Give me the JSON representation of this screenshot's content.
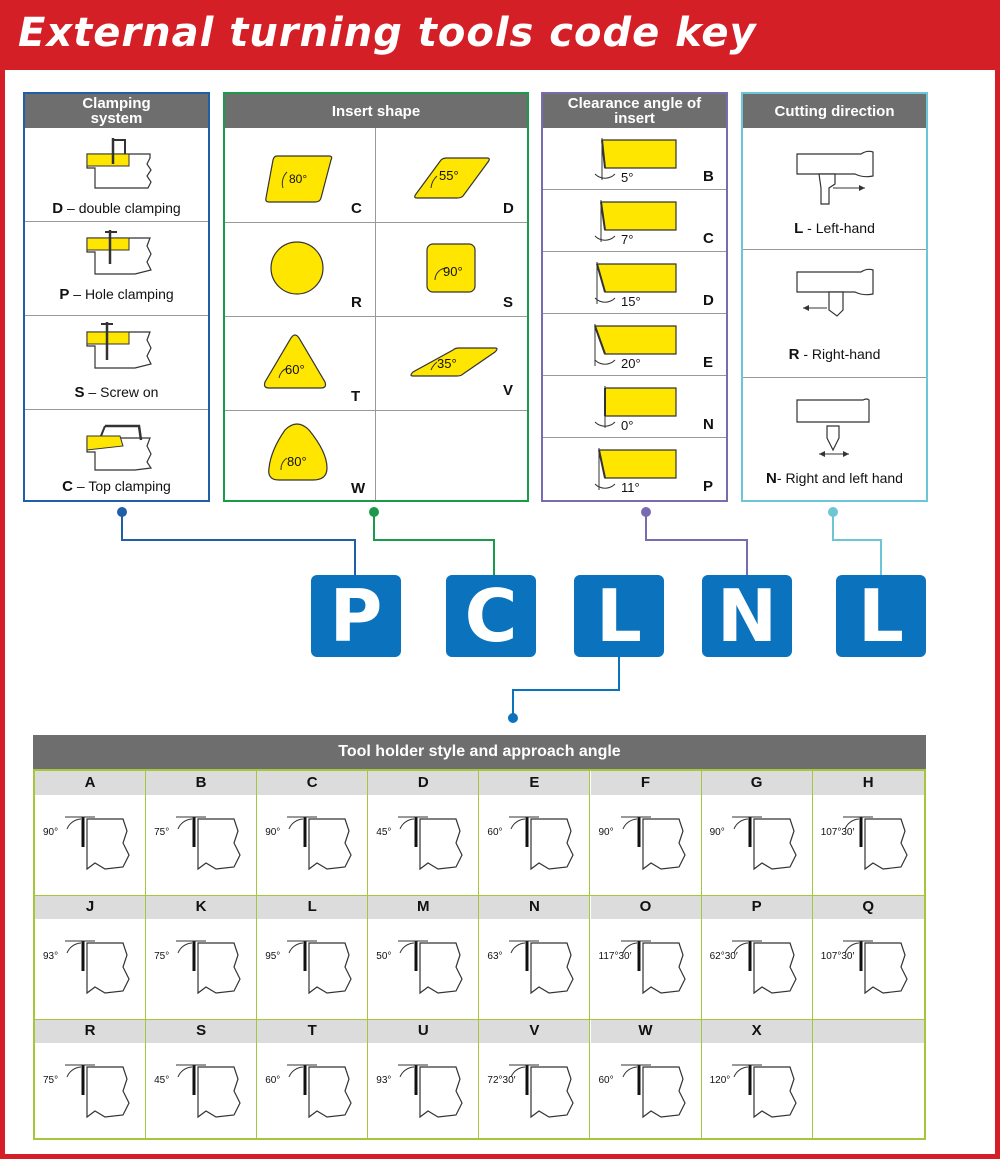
{
  "title": "External turning tools code key",
  "clamping": {
    "title": "Clamping system",
    "items": [
      {
        "code": "D",
        "text": "double clamping"
      },
      {
        "code": "P",
        "text": "Hole clamping"
      },
      {
        "code": "S",
        "text": "Screw on"
      },
      {
        "code": "C",
        "text": "Top clamping"
      }
    ]
  },
  "insert_shape": {
    "title": "Insert shape",
    "items": [
      {
        "code": "C",
        "angle": "80°"
      },
      {
        "code": "D",
        "angle": "55°"
      },
      {
        "code": "R",
        "angle": ""
      },
      {
        "code": "S",
        "angle": "90°"
      },
      {
        "code": "T",
        "angle": "60°"
      },
      {
        "code": "V",
        "angle": "35°"
      },
      {
        "code": "W",
        "angle": "80°"
      }
    ]
  },
  "clearance": {
    "title": "Clearance angle of insert",
    "items": [
      {
        "code": "B",
        "angle": "5°"
      },
      {
        "code": "C",
        "angle": "7°"
      },
      {
        "code": "D",
        "angle": "15°"
      },
      {
        "code": "E",
        "angle": "20°"
      },
      {
        "code": "N",
        "angle": "0°"
      },
      {
        "code": "P",
        "angle": "11°"
      }
    ]
  },
  "direction": {
    "title": "Cutting direction",
    "items": [
      {
        "code": "L",
        "text": "Left-hand"
      },
      {
        "code": "R",
        "text": "Right-hand"
      },
      {
        "code": "N",
        "text": "Right and left hand"
      }
    ]
  },
  "code_letters": [
    "P",
    "C",
    "L",
    "N",
    "L"
  ],
  "holder": {
    "title": "Tool holder style and approach angle",
    "rows": [
      [
        {
          "code": "A",
          "angle": "90°"
        },
        {
          "code": "B",
          "angle": "75°"
        },
        {
          "code": "C",
          "angle": "90°"
        },
        {
          "code": "D",
          "angle": "45°"
        },
        {
          "code": "E",
          "angle": "60°"
        },
        {
          "code": "F",
          "angle": "90°"
        },
        {
          "code": "G",
          "angle": "90°"
        },
        {
          "code": "H",
          "angle": "107°30′"
        }
      ],
      [
        {
          "code": "J",
          "angle": "93°"
        },
        {
          "code": "K",
          "angle": "75°"
        },
        {
          "code": "L",
          "angle": "95°"
        },
        {
          "code": "M",
          "angle": "50°"
        },
        {
          "code": "N",
          "angle": "63°"
        },
        {
          "code": "O",
          "angle": "117°30′"
        },
        {
          "code": "P",
          "angle": "62°30′"
        },
        {
          "code": "Q",
          "angle": "107°30′"
        }
      ],
      [
        {
          "code": "R",
          "angle": "75°"
        },
        {
          "code": "S",
          "angle": "45°"
        },
        {
          "code": "T",
          "angle": "60°"
        },
        {
          "code": "U",
          "angle": "93°"
        },
        {
          "code": "V",
          "angle": "72°30′"
        },
        {
          "code": "W",
          "angle": "60°"
        },
        {
          "code": "X",
          "angle": "120°"
        },
        {
          "code": "",
          "angle": ""
        }
      ]
    ]
  },
  "colors": {
    "red": "#d41f26",
    "blue_clamp": "#1f5fa8",
    "green": "#1a9a4a",
    "purple": "#7a6bb0",
    "cyan": "#6cc6d6",
    "letter_blue": "#0b72bd",
    "yellow": "#ffe600",
    "gray": "#6e6e6e",
    "table_green": "#a6c63c"
  }
}
